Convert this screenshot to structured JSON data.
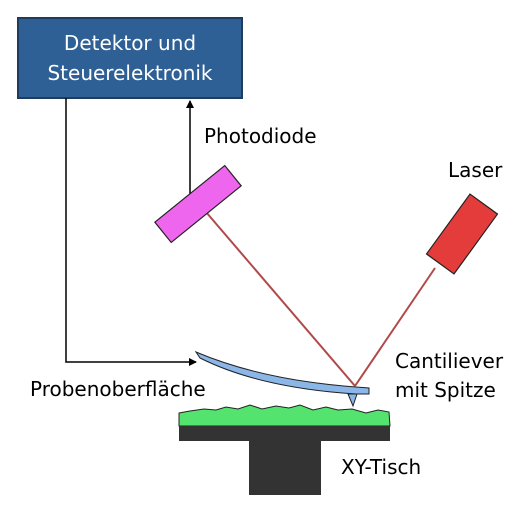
{
  "labels": {
    "controller_line1": "Detektor und",
    "controller_line2": "Steuerelektronik",
    "photodiode": "Photodiode",
    "laser": "Laser",
    "cantilever_line1": "Cantiliever",
    "cantilever_line2": "mit Spitze",
    "sample_surface": "Probenoberfläche",
    "stage": "XY-Tisch"
  },
  "icons": {
    "photodiode": "photodiode-icon",
    "laser": "laser-icon",
    "cantilever": "cantilever-icon",
    "stage": "stage-icon",
    "sample": "sample-surface-icon"
  },
  "colors": {
    "controller_fill": "#2e5f95",
    "controller_stroke": "#1d3c60",
    "photodiode_fill": "#ee66ee",
    "laser_fill": "#e43b3b",
    "beam": "#b04a4a",
    "cantilever_fill": "#8ab6e8",
    "sample_fill": "#55e36f",
    "stage_fill": "#333333"
  }
}
